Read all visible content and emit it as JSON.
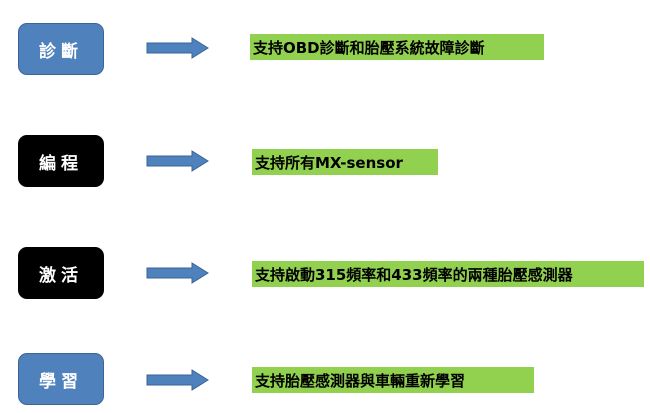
{
  "colors": {
    "node_blue": "#4f81bd",
    "node_black": "#000000",
    "arrow": "#4f81bd",
    "desc_bg": "#92d050"
  },
  "rows": [
    {
      "label": "診斷",
      "description": "支持OBD診斷和胎壓系統故障診斷",
      "style": "blue"
    },
    {
      "label": "編程",
      "description": "支持所有MX-sensor",
      "style": "black"
    },
    {
      "label": "激活",
      "description": "支持啟動315頻率和433頻率的兩種胎壓感測器",
      "style": "black"
    },
    {
      "label": "學習",
      "description": "支持胎壓感測器與車輛重新學習",
      "style": "blue"
    }
  ]
}
